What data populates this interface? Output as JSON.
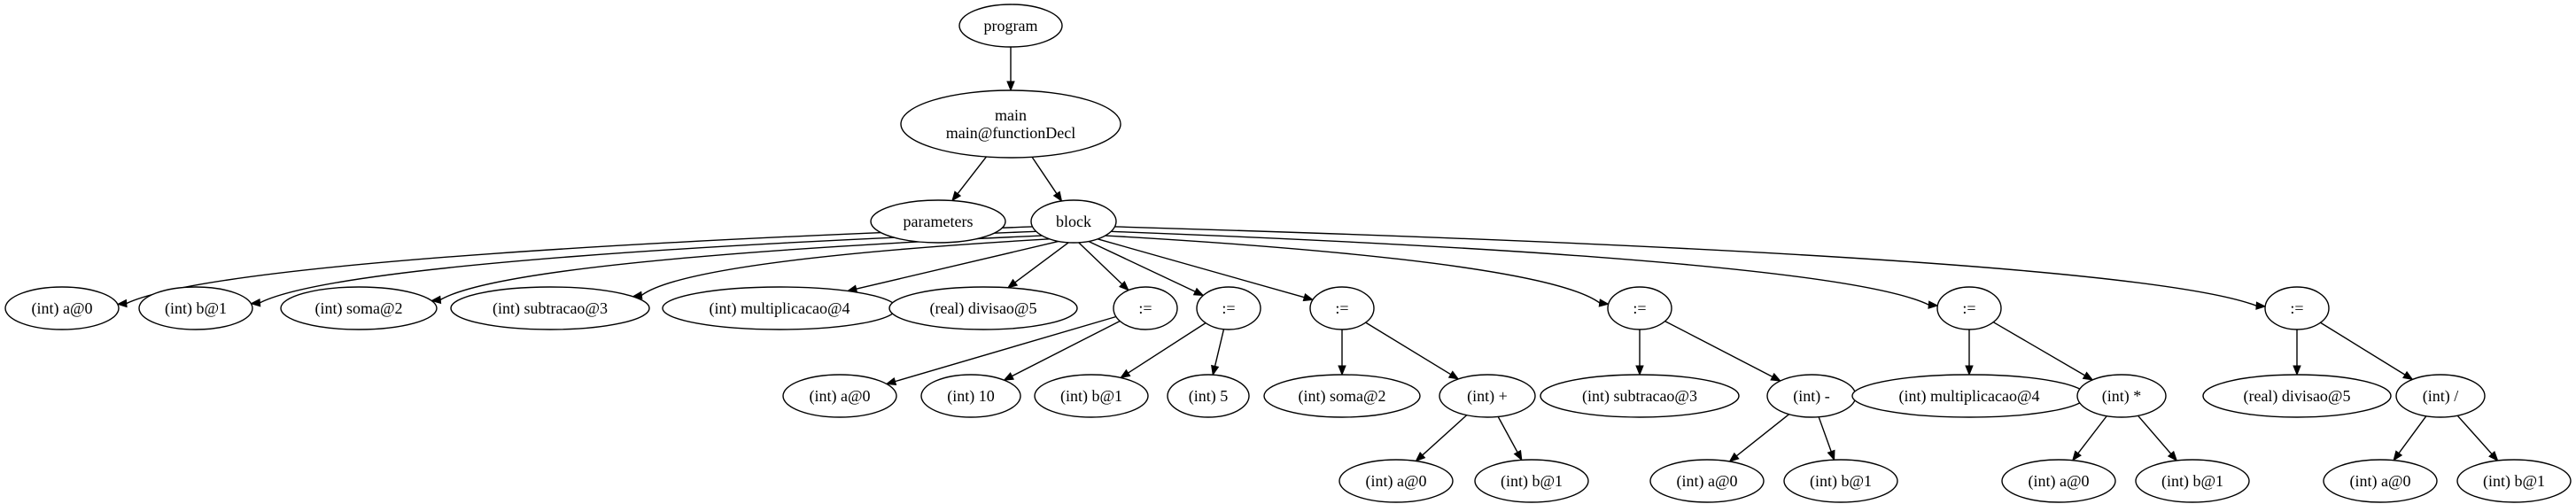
{
  "nodes": [
    {
      "id": "program",
      "lines": [
        "program"
      ]
    },
    {
      "id": "main",
      "lines": [
        "main",
        "main@functionDecl"
      ]
    },
    {
      "id": "parameters",
      "lines": [
        "parameters"
      ]
    },
    {
      "id": "block",
      "lines": [
        "block"
      ]
    },
    {
      "id": "decl_a",
      "lines": [
        "(int) a@0"
      ]
    },
    {
      "id": "decl_b",
      "lines": [
        "(int) b@1"
      ]
    },
    {
      "id": "decl_soma",
      "lines": [
        "(int) soma@2"
      ]
    },
    {
      "id": "decl_subtracao",
      "lines": [
        "(int) subtracao@3"
      ]
    },
    {
      "id": "decl_multiplicacao",
      "lines": [
        "(int) multiplicacao@4"
      ]
    },
    {
      "id": "decl_divisao",
      "lines": [
        "(real) divisao@5"
      ]
    },
    {
      "id": "assign1",
      "lines": [
        ":="
      ]
    },
    {
      "id": "assign2",
      "lines": [
        ":="
      ]
    },
    {
      "id": "assign3",
      "lines": [
        ":="
      ]
    },
    {
      "id": "assign4",
      "lines": [
        ":="
      ]
    },
    {
      "id": "assign5",
      "lines": [
        ":="
      ]
    },
    {
      "id": "assign6",
      "lines": [
        ":="
      ]
    },
    {
      "id": "a1_a",
      "lines": [
        "(int) a@0"
      ]
    },
    {
      "id": "a1_10",
      "lines": [
        "(int) 10"
      ]
    },
    {
      "id": "a2_b",
      "lines": [
        "(int) b@1"
      ]
    },
    {
      "id": "a2_5",
      "lines": [
        "(int) 5"
      ]
    },
    {
      "id": "a3_soma",
      "lines": [
        "(int) soma@2"
      ]
    },
    {
      "id": "a3_plus",
      "lines": [
        "(int) +"
      ]
    },
    {
      "id": "a4_sub",
      "lines": [
        "(int) subtracao@3"
      ]
    },
    {
      "id": "a4_minus",
      "lines": [
        "(int) -"
      ]
    },
    {
      "id": "a5_mul",
      "lines": [
        "(int) multiplicacao@4"
      ]
    },
    {
      "id": "a5_times",
      "lines": [
        "(int) *"
      ]
    },
    {
      "id": "a6_div",
      "lines": [
        "(real) divisao@5"
      ]
    },
    {
      "id": "a6_slash",
      "lines": [
        "(int) /"
      ]
    },
    {
      "id": "plus_a",
      "lines": [
        "(int) a@0"
      ]
    },
    {
      "id": "plus_b",
      "lines": [
        "(int) b@1"
      ]
    },
    {
      "id": "minus_a",
      "lines": [
        "(int) a@0"
      ]
    },
    {
      "id": "minus_b",
      "lines": [
        "(int) b@1"
      ]
    },
    {
      "id": "times_a",
      "lines": [
        "(int) a@0"
      ]
    },
    {
      "id": "times_b",
      "lines": [
        "(int) b@1"
      ]
    },
    {
      "id": "slash_a",
      "lines": [
        "(int) a@0"
      ]
    },
    {
      "id": "slash_b",
      "lines": [
        "(int) b@1"
      ]
    }
  ],
  "edges": [
    [
      "program",
      "main"
    ],
    [
      "main",
      "parameters"
    ],
    [
      "main",
      "block"
    ],
    [
      "block",
      "decl_a"
    ],
    [
      "block",
      "decl_b"
    ],
    [
      "block",
      "decl_soma"
    ],
    [
      "block",
      "decl_subtracao"
    ],
    [
      "block",
      "decl_multiplicacao"
    ],
    [
      "block",
      "decl_divisao"
    ],
    [
      "block",
      "assign1"
    ],
    [
      "block",
      "assign2"
    ],
    [
      "block",
      "assign3"
    ],
    [
      "block",
      "assign4"
    ],
    [
      "block",
      "assign5"
    ],
    [
      "block",
      "assign6"
    ],
    [
      "assign1",
      "a1_a"
    ],
    [
      "assign1",
      "a1_10"
    ],
    [
      "assign2",
      "a2_b"
    ],
    [
      "assign2",
      "a2_5"
    ],
    [
      "assign3",
      "a3_soma"
    ],
    [
      "assign3",
      "a3_plus"
    ],
    [
      "assign4",
      "a4_sub"
    ],
    [
      "assign4",
      "a4_minus"
    ],
    [
      "assign5",
      "a5_mul"
    ],
    [
      "assign5",
      "a5_times"
    ],
    [
      "assign6",
      "a6_div"
    ],
    [
      "assign6",
      "a6_slash"
    ],
    [
      "a3_plus",
      "plus_a"
    ],
    [
      "a3_plus",
      "plus_b"
    ],
    [
      "a4_minus",
      "minus_a"
    ],
    [
      "a4_minus",
      "minus_b"
    ],
    [
      "a5_times",
      "times_a"
    ],
    [
      "a5_times",
      "times_b"
    ],
    [
      "a6_slash",
      "slash_a"
    ],
    [
      "a6_slash",
      "slash_b"
    ]
  ]
}
